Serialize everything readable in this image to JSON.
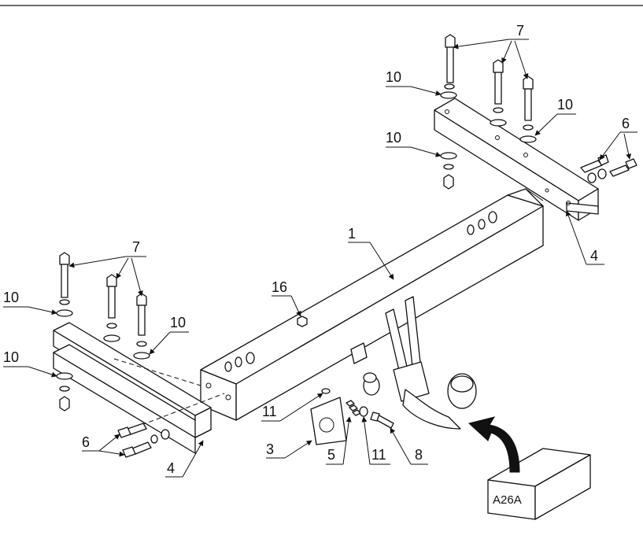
{
  "diagram": {
    "labels": {
      "frame": "1",
      "connector_plate": "3",
      "mount_bracket": "4",
      "spring_washer": "5",
      "bracket_bolt": "6",
      "bolt": "7",
      "pin_bolt": "8",
      "washer": "10",
      "small_washer": "11",
      "nut": "16"
    },
    "box_label": "A26A"
  }
}
